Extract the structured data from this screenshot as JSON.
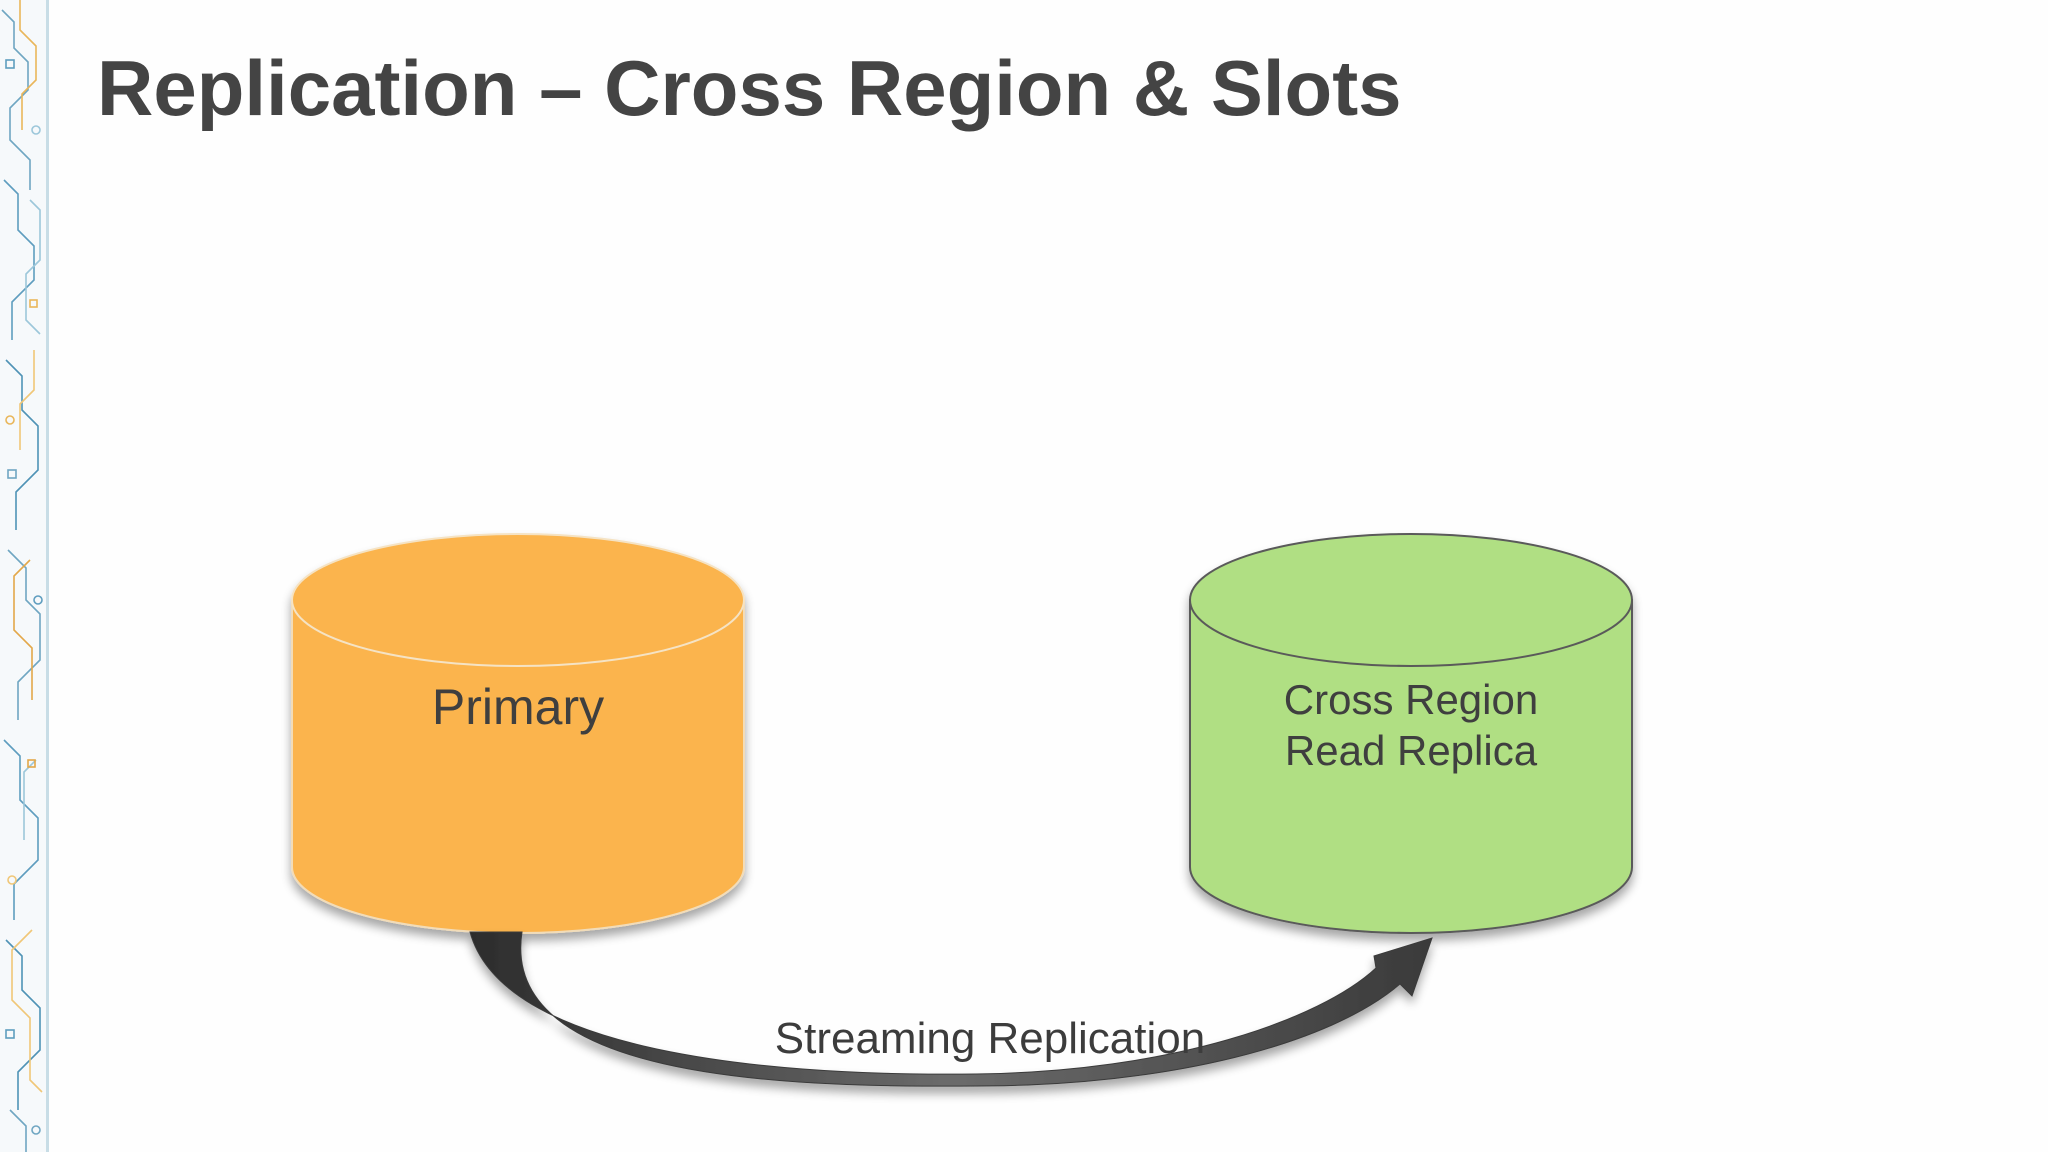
{
  "slide": {
    "title": "Replication – Cross Region & Slots"
  },
  "nodes": {
    "primary": {
      "label": "Primary",
      "color": "#fbb44e"
    },
    "replica": {
      "label_line1": "Cross Region",
      "label_line2": "Read Replica",
      "color": "#b0df83"
    }
  },
  "edge": {
    "label": "Streaming Replication",
    "color": "#4a4a4a"
  }
}
